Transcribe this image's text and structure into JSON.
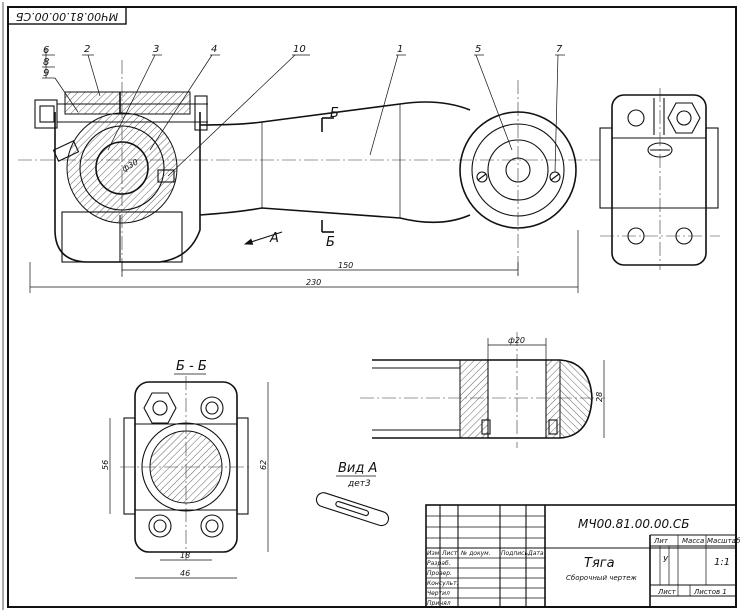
{
  "drawing": {
    "designation": "МЧ00.81.00.00.СБ",
    "designation_stamp": "МЧ00.81.00.00.СБ",
    "part_name": "Тяга",
    "doc_type": "Сборочный чертеж",
    "scale": "1:1",
    "letter": "У",
    "sheet_label": "Лист",
    "sheets_label": "Листов 1"
  },
  "title_block": {
    "col_headers": [
      "Изм",
      "Лист",
      "№ докум.",
      "Подпись",
      "Дата"
    ],
    "rows": [
      "Разраб.",
      "Провер.",
      "Консульт.",
      "Чертил",
      "Принял"
    ],
    "lit_label": "Лит",
    "mass_label": "Масса",
    "scale_label": "Масштаб"
  },
  "callouts": [
    "6",
    "8",
    "9",
    "2",
    "3",
    "4",
    "10",
    "1",
    "5",
    "7"
  ],
  "section_marks": {
    "top": "Б",
    "bottom": "Б",
    "view_arrow": "А"
  },
  "dimensions": {
    "bore_dia": "ф30",
    "length_150": "150",
    "length_230": "230",
    "hole_dia": "ф20",
    "height_28": "28",
    "height_56": "56",
    "height_62": "62",
    "width_18": "18",
    "width_46": "46"
  },
  "section_label": "Б - Б",
  "view_label": "Вид А",
  "view_sublabel": "дет3"
}
